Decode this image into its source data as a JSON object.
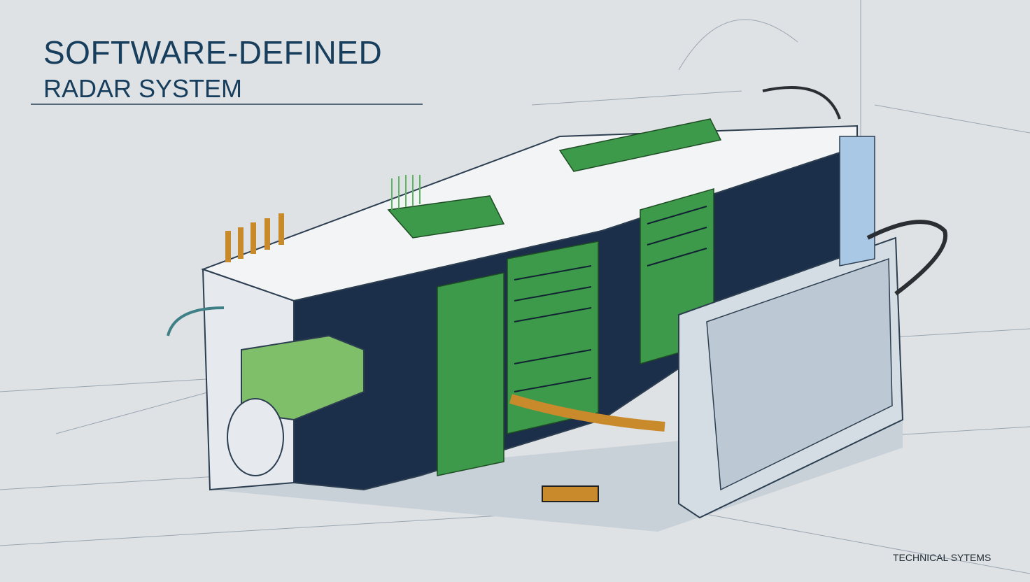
{
  "header": {
    "title_line1": "SOFTWARE-DEFINED",
    "title_line2": "RADAR SYSTEM"
  },
  "footer": {
    "label": "TECHNICAL SYTEMS"
  },
  "colors": {
    "background": "#dfe2e5",
    "title": "#173e5c",
    "pcb_green": "#3d9a4a",
    "chassis_dark": "#1c2f4a",
    "chassis_light": "#f2f4f6",
    "cable_gold": "#c98a2c"
  }
}
